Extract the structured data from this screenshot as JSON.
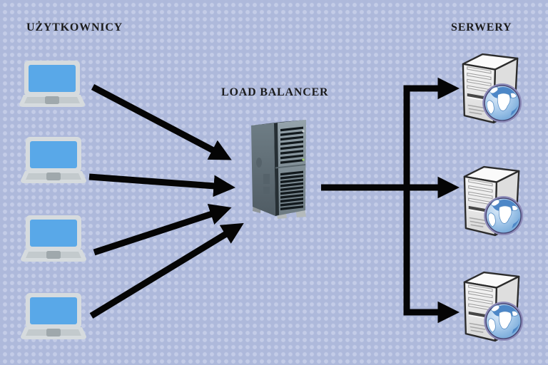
{
  "diagram": {
    "type": "load-balancer-architecture",
    "labels": {
      "users": "UŻYTKOWNICY",
      "load_balancer": "LOAD BALANCER",
      "servers": "SERWERY"
    },
    "nodes": {
      "users": {
        "icon": "laptop-icon",
        "count": 4
      },
      "load_balancer": {
        "icon": "tower-server-icon",
        "count": 1
      },
      "servers": {
        "icon": "web-server-globe-icon",
        "count": 3
      }
    },
    "connections": [
      {
        "from": "user-1",
        "to": "load-balancer"
      },
      {
        "from": "user-2",
        "to": "load-balancer"
      },
      {
        "from": "user-3",
        "to": "load-balancer"
      },
      {
        "from": "user-4",
        "to": "load-balancer"
      },
      {
        "from": "load-balancer",
        "to": "server-1"
      },
      {
        "from": "load-balancer",
        "to": "server-2"
      },
      {
        "from": "load-balancer",
        "to": "server-3"
      }
    ],
    "colors": {
      "background": "#aeb9db",
      "background_dots": "#c5ceе8",
      "arrow": "#050505",
      "label_text": "#1c1c1c",
      "laptop_body": "#d6dbde",
      "laptop_screen": "#59a8e8",
      "laptop_keyboard": "#c3cacd",
      "laptop_trackpad": "#9fa8ac",
      "lb_tower_front": "#8a99a1",
      "lb_tower_side": "#65747c",
      "lb_tower_slots": "#12191d",
      "server_body": "#efefef",
      "server_outline": "#2b2b2b",
      "globe_ring": "#8c8ab8",
      "globe_ocean": "#8fb8e2",
      "globe_land": "#ffffff",
      "globe_land_blue": "#4d87c7"
    }
  }
}
